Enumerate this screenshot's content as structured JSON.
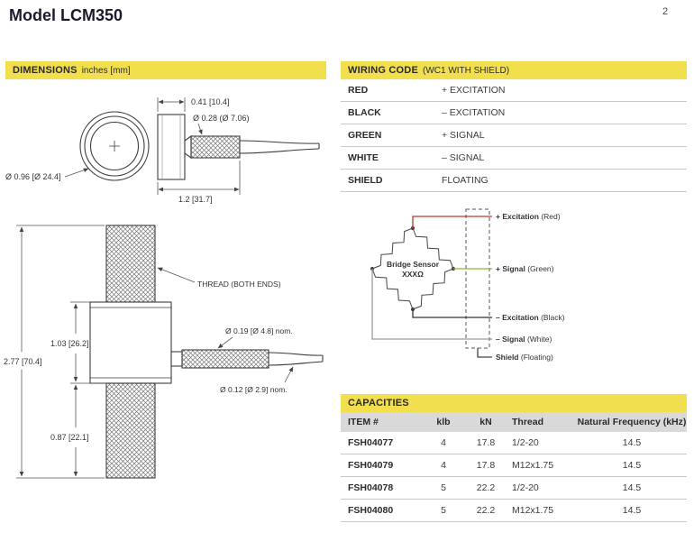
{
  "page": {
    "title": "Model LCM350",
    "number": "2"
  },
  "colors": {
    "accent_yellow": "#F2DF4E",
    "table_header_gray": "#d9d9d9",
    "wire_red": "#c0392b",
    "wire_green": "#8ab83e",
    "wire_black": "#333333",
    "wire_white": "#9a9a9a",
    "shield": "#444444",
    "bridge_text": "#8a8a33"
  },
  "dimensions": {
    "header": "DIMENSIONS",
    "units": "inches [mm]",
    "front_dia": "Ø 0.96  [Ø 24.4]",
    "top_width": "0.41 [10.4]",
    "conduit_dia_top": "Ø 0.28 (Ø 7.06)",
    "top_length": "1.2 [31.7]",
    "thread_note": "THREAD (BOTH ENDS)",
    "overall_height": "2.77 [70.4]",
    "body_height": "1.03 [26.2]",
    "lower_height": "0.87 [22.1]",
    "conduit_dia": "Ø 0.19 [Ø 4.8] nom.",
    "cable_dia": "Ø 0.12 [Ø 2.9] nom."
  },
  "wiring": {
    "header_bold": "WIRING CODE",
    "header_rest": "(WC1 WITH SHIELD)",
    "rows": [
      {
        "color": "RED",
        "func": "+ EXCITATION"
      },
      {
        "color": "BLACK",
        "func": "– EXCITATION"
      },
      {
        "color": "GREEN",
        "func": "+ SIGNAL"
      },
      {
        "color": "WHITE",
        "func": "– SIGNAL"
      },
      {
        "color": "SHIELD",
        "func": "FLOATING"
      }
    ]
  },
  "diagram": {
    "bridge_line1": "Bridge Sensor",
    "bridge_line2": "XXXΩ",
    "wires": [
      {
        "name": "+ Excitation",
        "paren": " (Red)"
      },
      {
        "name": "+ Signal",
        "paren": " (Green)"
      },
      {
        "name": "– Excitation",
        "paren": " (Black)"
      },
      {
        "name": "– Signal",
        "paren": " (White)"
      },
      {
        "name": "Shield",
        "paren": " (Floating)"
      }
    ]
  },
  "capacities": {
    "header": "CAPACITIES",
    "columns": [
      "ITEM #",
      "klb",
      "kN",
      "Thread",
      "Natural Frequency (kHz)"
    ],
    "rows": [
      [
        "FSH04077",
        "4",
        "17.8",
        "1/2-20",
        "14.5"
      ],
      [
        "FSH04079",
        "4",
        "17.8",
        "M12x1.75",
        "14.5"
      ],
      [
        "FSH04078",
        "5",
        "22.2",
        "1/2-20",
        "14.5"
      ],
      [
        "FSH04080",
        "5",
        "22.2",
        "M12x1.75",
        "14.5"
      ]
    ]
  }
}
